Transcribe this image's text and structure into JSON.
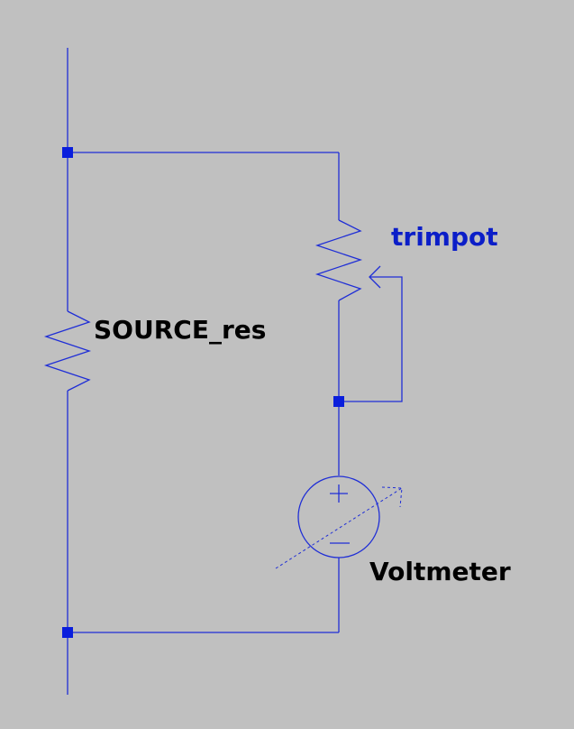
{
  "colors": {
    "background": "#c0c0c0",
    "wire": "#1f2ed6",
    "junction": "#0a1edc",
    "label_black": "#000000",
    "label_blue": "#0b1ec8"
  },
  "components": {
    "source_resistor": {
      "label": "SOURCE_res",
      "icon": "resistor-icon"
    },
    "trimpot": {
      "label": "trimpot",
      "icon": "potentiometer-icon"
    },
    "voltmeter": {
      "label": "Voltmeter",
      "icon": "voltmeter-icon",
      "plus": "+",
      "minus": "−"
    }
  }
}
